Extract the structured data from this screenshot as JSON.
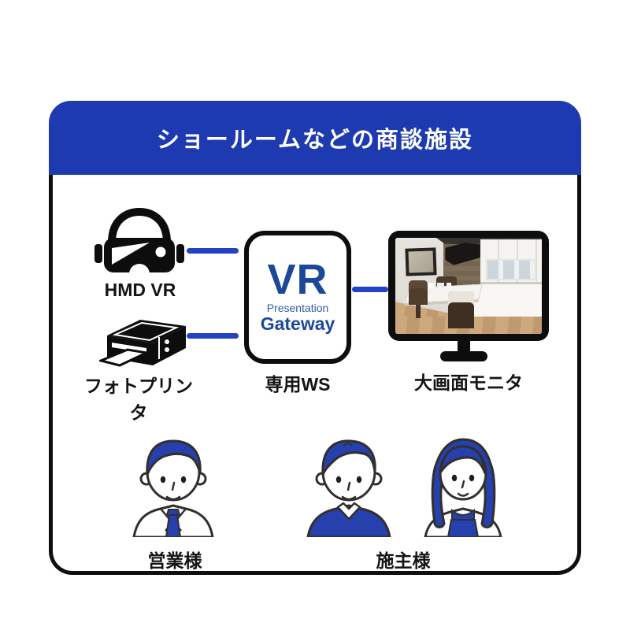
{
  "card": {
    "header": {
      "title": "ショールームなどの商談施設",
      "bg_color": "#1e3ab0",
      "text_color": "#ffffff"
    },
    "diagram": {
      "devices": [
        {
          "id": "hmd",
          "icon": "vr-headset-icon",
          "label": "HMD VR"
        },
        {
          "id": "printer",
          "icon": "photo-printer-icon",
          "label": "フォトプリンタ"
        },
        {
          "id": "workstation",
          "icon": "vr-gateway-logo",
          "label": "専用WS",
          "logo": {
            "line1": "VR",
            "line2": "Presentation",
            "line3": "Gateway"
          }
        },
        {
          "id": "monitor",
          "icon": "monitor-icon",
          "label": "大画面モニタ",
          "screen_content": "kitchen-dining-3d-render"
        }
      ],
      "connectors": {
        "color": "#2342c4",
        "count": 3
      },
      "people": [
        {
          "id": "salesperson",
          "icon": "salesperson-illustration",
          "label": "営業様"
        },
        {
          "id": "owners",
          "icons": [
            "man-illustration",
            "woman-illustration"
          ],
          "label": "施主様"
        }
      ]
    },
    "colors": {
      "header_blue": "#1e3ab0",
      "connector_blue": "#2342c4",
      "logo_navy": "#1b4898",
      "logo_light_blue": "#2e5cab",
      "illustration_blue": "#2640ad",
      "outline_dark": "#332f2c",
      "icon_black": "#0d0d0d"
    }
  }
}
